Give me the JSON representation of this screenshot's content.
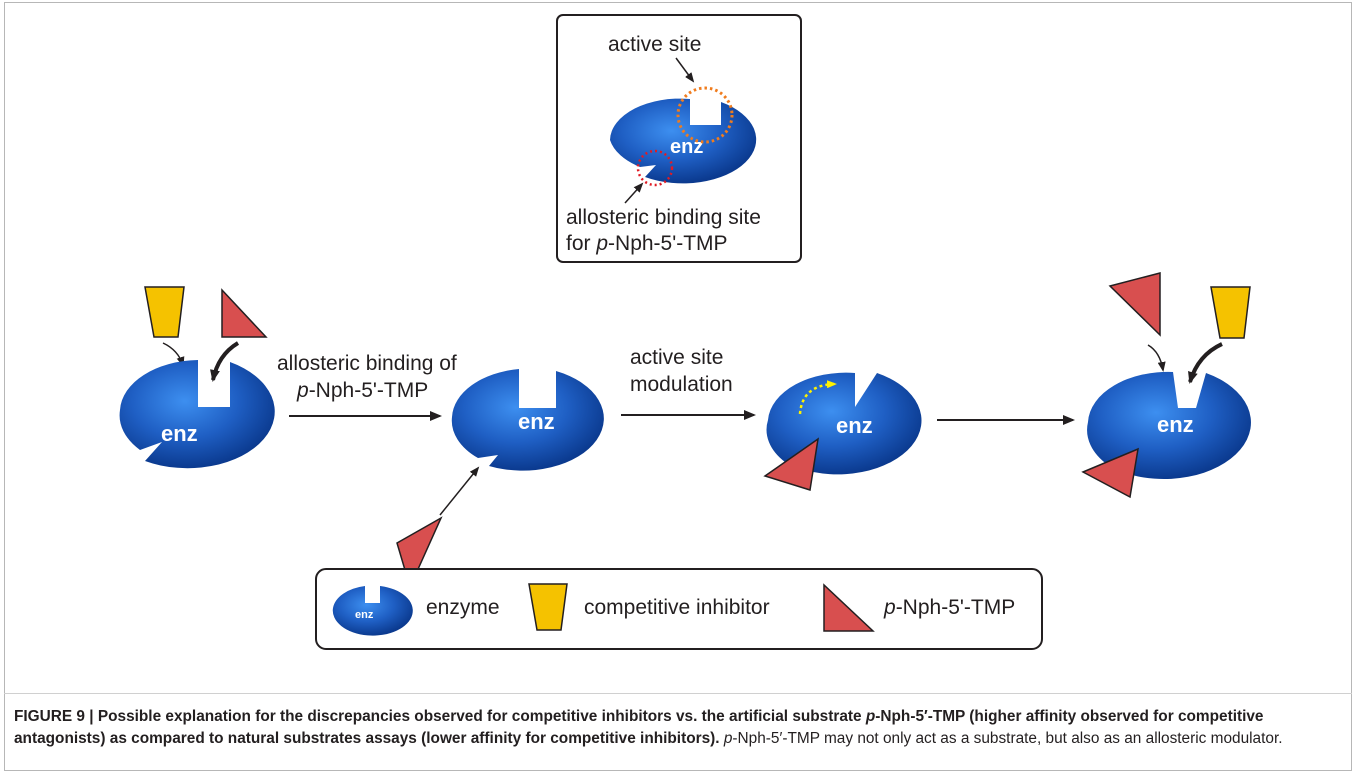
{
  "inset": {
    "active_site_label": "active site",
    "allosteric_label_line1": "allosteric binding site",
    "allosteric_label_prefix": "p",
    "allosteric_label_line2_rest": "-Nph-5'-TMP"
  },
  "enzyme_text": "enz",
  "steps": {
    "step1_line1": "allosteric binding of",
    "step1_line2_prefix": "p",
    "step1_line2_rest": "-Nph-5'-TMP",
    "step2_line1": "active site",
    "step2_line2": "modulation"
  },
  "legend": {
    "enzyme": "enzyme",
    "competitive_inhibitor": "competitive inhibitor",
    "substrate_prefix": "p",
    "substrate_rest": "-Nph-5'-TMP"
  },
  "caption": {
    "bold_start": "FIGURE 9 | Possible explanation for the discrepancies observed for competitive inhibitors vs. the artificial substrate ",
    "bold_italic": "p",
    "bold_end": "-Nph-5′-TMP (higher affinity observed for competitive antagonists) as compared to natural substrates assays (lower affinity for competitive inhibitors).",
    "normal_italic": "p",
    "normal_rest": "-Nph-5′-TMP may not only act as a substrate, but also as an allosteric modulator."
  },
  "colors": {
    "enzyme_blue": "#1f5fc4",
    "enzyme_dark": "#0b3a8f",
    "inhibitor_yellow": "#f5c200",
    "substrate_red": "#d84f4f",
    "active_circle": "#f07c1e",
    "allosteric_circle": "#e01b24",
    "modulation_arrow": "#fff200"
  }
}
